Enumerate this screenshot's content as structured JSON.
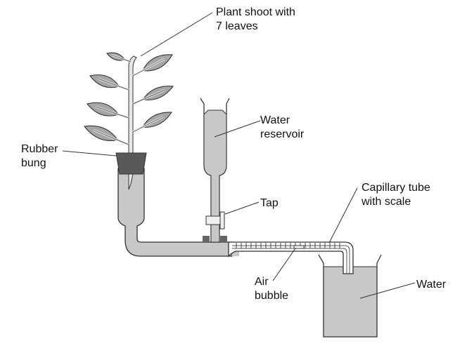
{
  "diagram": {
    "title": "Potometer apparatus",
    "labels": {
      "plant_shoot": [
        "Plant shoot with",
        "7 leaves"
      ],
      "rubber_bung": [
        "Rubber",
        "bung"
      ],
      "water_reservoir": [
        "Water",
        "reservoir"
      ],
      "tap": [
        "Tap"
      ],
      "capillary_tube": [
        "Capillary tube",
        "with scale"
      ],
      "air_bubble": [
        "Air",
        "bubble"
      ],
      "water": [
        "Water"
      ]
    },
    "leaf_count": 7,
    "colors": {
      "liquid": "#c8c8c8",
      "leaf": "#a6a6a6",
      "bung": "#595959",
      "outline": "#333333",
      "tap": "#f0f0f0",
      "stem": "#e8e8e8"
    }
  }
}
